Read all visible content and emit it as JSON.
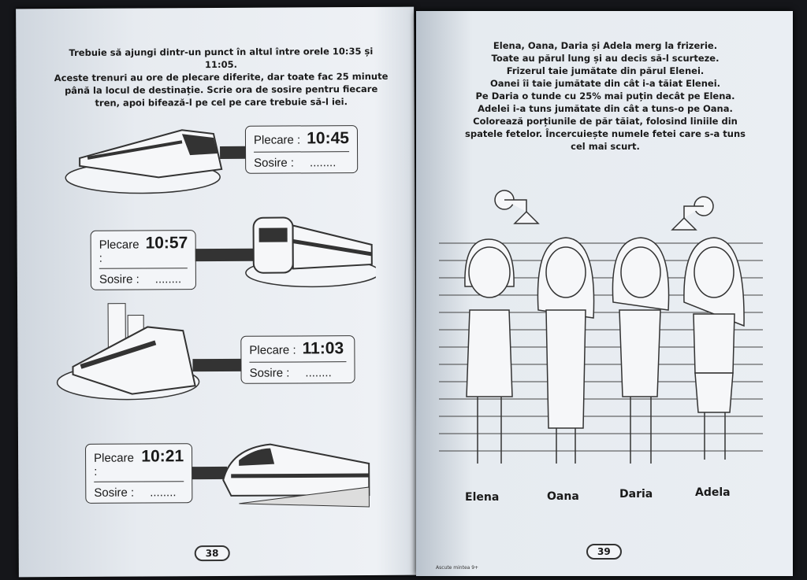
{
  "left_page": {
    "instructions": [
      "Trebuie să ajungi dintr-un punct în altul între orele 10:35 și 11:05.",
      "Aceste trenuri au ore de plecare diferite, dar toate fac 25 minute",
      "până la locul de destinație. Scrie ora de sosire pentru fiecare",
      "tren, apoi bifează-l pe cel pe care trebuie să-l iei."
    ],
    "trains": [
      {
        "plecare_label": "Plecare :",
        "plecare_time": "10:45",
        "sosire_label": "Sosire :",
        "sosire_value": "........"
      },
      {
        "plecare_label": "Plecare :",
        "plecare_time": "10:57",
        "sosire_label": "Sosire :",
        "sosire_value": "........"
      },
      {
        "plecare_label": "Plecare :",
        "plecare_time": "11:03",
        "sosire_label": "Sosire :",
        "sosire_value": "........"
      },
      {
        "plecare_label": "Plecare :",
        "plecare_time": "10:21",
        "sosire_label": "Sosire :",
        "sosire_value": "........"
      }
    ],
    "page_number": "38"
  },
  "right_page": {
    "instructions": [
      "Elena, Oana, Daria și Adela merg la frizerie.",
      "Toate au părul lung și au decis să-l scurteze.",
      "Frizerul taie jumătate din părul Elenei.",
      "Oanei îi taie jumătate din cât i-a tăiat Elenei.",
      "Pe Daria o tunde cu 25% mai puțin decât pe Elena.",
      "Adelei i-a tuns jumătate din cât a tuns-o pe Oana.",
      "Colorează porțiunile de păr tăiat, folosind liniile din",
      "spatele fetelor. Încercuiește numele fetei care s-a tuns",
      "cel mai scurt."
    ],
    "girls": [
      "Elena",
      "Oana",
      "Daria",
      "Adela"
    ],
    "page_number": "39",
    "footer": "Ascute mintea 9+"
  }
}
